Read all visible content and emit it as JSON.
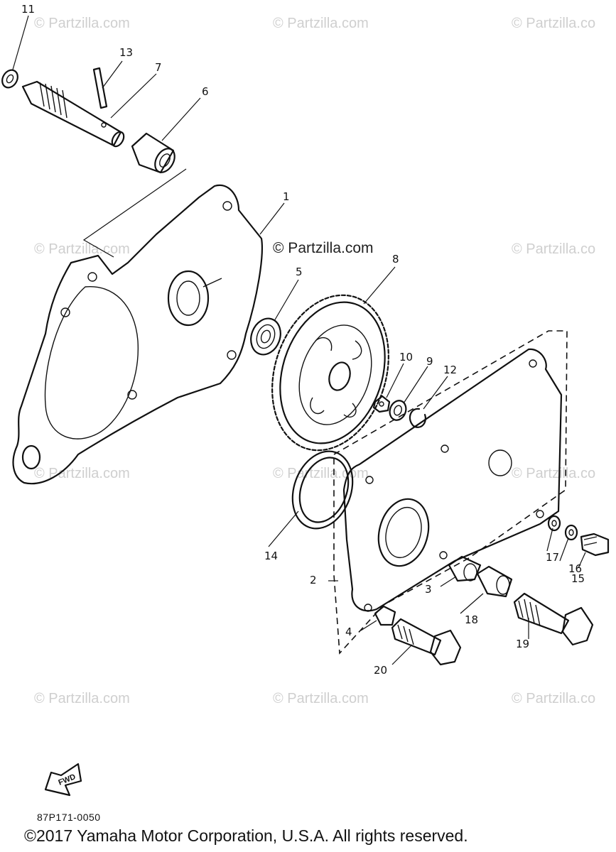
{
  "watermarks": {
    "small": "© Partzilla.com",
    "small_clipped": "© Partzilla.co",
    "center": "© Partzilla.com"
  },
  "callouts": {
    "c1": "1",
    "c2": "2",
    "c3": "3",
    "c4": "4",
    "c5": "5",
    "c6": "6",
    "c7": "7",
    "c8": "8",
    "c9": "9",
    "c10": "10",
    "c11": "11",
    "c12": "12",
    "c13": "13",
    "c14": "14",
    "c15": "15",
    "c16": "16",
    "c17": "17",
    "c18": "18",
    "c19": "19",
    "c20": "20"
  },
  "fwd_label": "FWD",
  "diagram_code": "87P171-0050",
  "copyright": "©2017 Yamaha Motor Corporation, U.S.A. All rights reserved."
}
